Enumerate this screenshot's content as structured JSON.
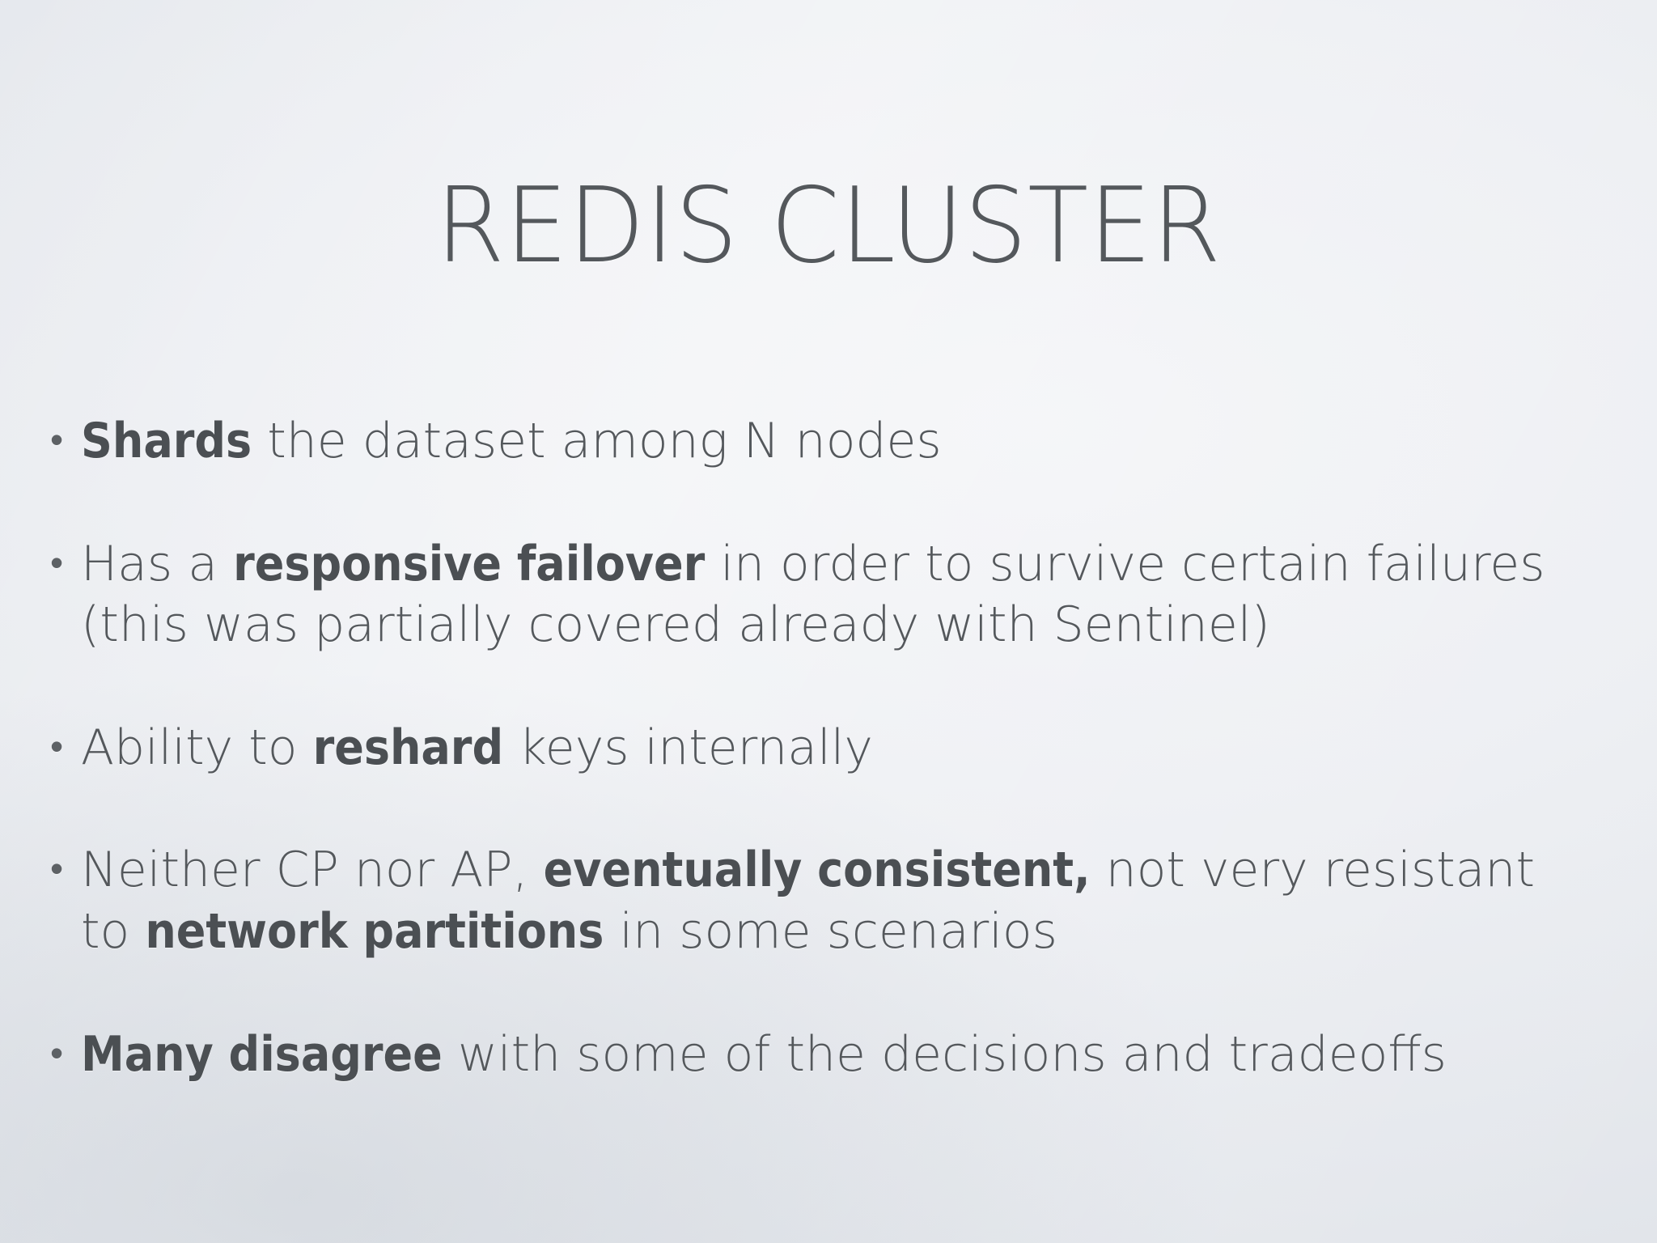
{
  "slide": {
    "title": "REDIS CLUSTER",
    "bullet_marker": "•",
    "background_color": "#e7eaee",
    "text_color": "#54585c",
    "bullets": [
      {
        "id": "shards",
        "lines": [
          [
            {
              "text": "Shards",
              "bold": true
            },
            {
              "text": " the dataset among N nodes",
              "bold": false
            }
          ]
        ]
      },
      {
        "id": "responsive-failover",
        "lines": [
          [
            {
              "text": "Has a ",
              "bold": false
            },
            {
              "text": "responsive failover",
              "bold": true
            },
            {
              "text": " in order to survive certain failures",
              "bold": false
            }
          ],
          [
            {
              "text": "(this was partially covered already with Sentinel)",
              "bold": false
            }
          ]
        ]
      },
      {
        "id": "reshard",
        "lines": [
          [
            {
              "text": "Ability to ",
              "bold": false
            },
            {
              "text": "reshard",
              "bold": true
            },
            {
              "text": " keys internally",
              "bold": false
            }
          ]
        ]
      },
      {
        "id": "consistency",
        "lines": [
          [
            {
              "text": "Neither CP nor AP, ",
              "bold": false
            },
            {
              "text": "eventually consistent,",
              "bold": true
            },
            {
              "text": " not very resistant",
              "bold": false
            }
          ],
          [
            {
              "text": "to ",
              "bold": false
            },
            {
              "text": "network partitions",
              "bold": true
            },
            {
              "text": " in some scenarios",
              "bold": false
            }
          ]
        ]
      },
      {
        "id": "many-disagree",
        "lines": [
          [
            {
              "text": "Many disagree",
              "bold": true
            },
            {
              "text": " with some of the decisions and tradeoffs",
              "bold": false
            }
          ]
        ]
      }
    ]
  }
}
